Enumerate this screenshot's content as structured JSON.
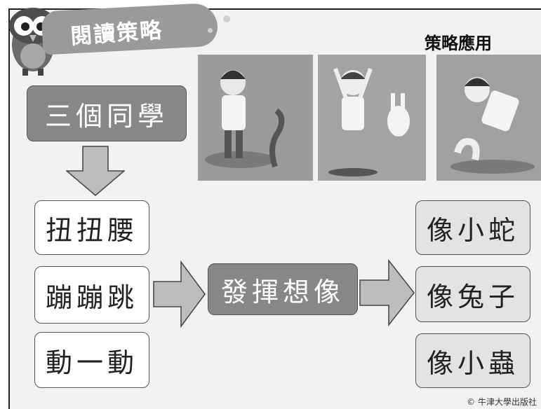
{
  "header": {
    "title": "閱讀策略",
    "strategy_label": "策略應用"
  },
  "source_box": {
    "label": "三個同學"
  },
  "actions": [
    "扭扭腰",
    "蹦蹦跳",
    "動一動"
  ],
  "center_box": {
    "label": "發揮想像"
  },
  "results": [
    "像小蛇",
    "像兔子",
    "像小蟲"
  ],
  "footer": {
    "copyright": "© 牛津大學出版社"
  },
  "colors": {
    "dark_box": "#878787",
    "light_box": "#e3e3e3",
    "arrow": "#bdbdbd",
    "photo_bg": "#9b9b9b"
  }
}
